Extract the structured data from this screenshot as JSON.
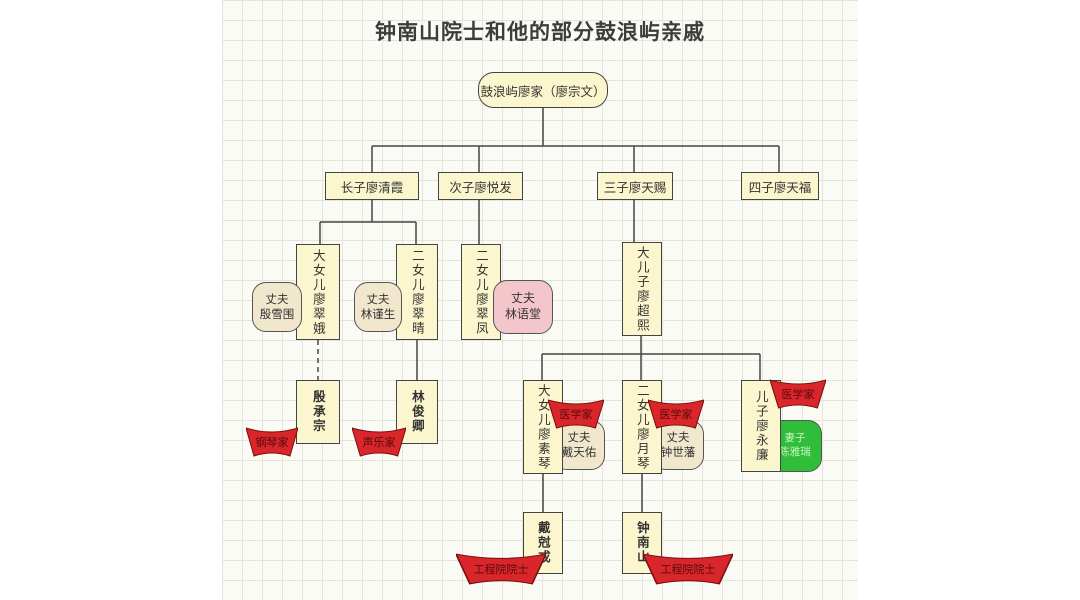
{
  "title": "钟南山院士和他的部分鼓浪屿亲戚",
  "root": "鼓浪屿廖家（廖宗文）",
  "sons": [
    "长子廖清霞",
    "次子廖悦发",
    "三子廖天赐",
    "四子廖天福"
  ],
  "grandchildren": {
    "g1": "大女儿廖翠娥",
    "g2": "二女儿廖翠晴",
    "g3": "二女儿廖翠凤",
    "g4": "大儿子廖超熙"
  },
  "spouses": {
    "s1": [
      "丈夫",
      "殷雪围"
    ],
    "s2": [
      "丈夫",
      "林谨生"
    ],
    "s3": [
      "丈夫",
      "林语堂"
    ],
    "s4": [
      "丈夫",
      "戴天佑"
    ],
    "s5": [
      "丈夫",
      "钟世藩"
    ],
    "s6": [
      "妻子",
      "陈雅瑞"
    ]
  },
  "great_grandchildren": {
    "gg1": "殷承宗",
    "gg2": "林俊卿",
    "gg3": "大女儿廖素琴",
    "gg4": "二女儿廖月琴",
    "gg5": "儿子廖永廉"
  },
  "fourth_gen": {
    "f1": "戴尅戎",
    "f2": "钟南山"
  },
  "badges": {
    "b1": "钢琴家",
    "b2": "声乐家",
    "b3": "医学家",
    "b4": "医学家",
    "b5": "医学家",
    "b6": "工程院院士",
    "b7": "工程院院士"
  },
  "colors": {
    "node_fill": "#fbf6cd",
    "badge_red": "#d9262b",
    "spouse_pink": "#f3c6cb",
    "spouse_green": "#2fbd3a"
  }
}
